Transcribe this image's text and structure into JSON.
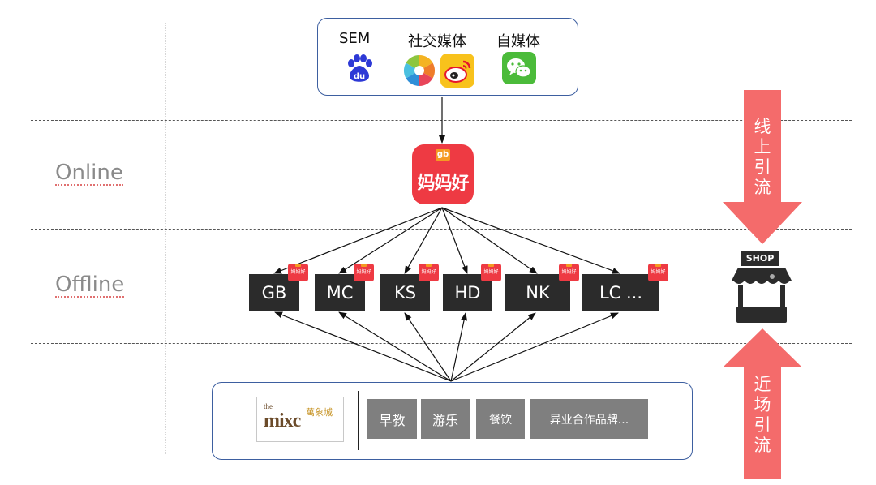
{
  "zones": {
    "online": "Online",
    "offline": "Offline"
  },
  "top_channels": {
    "sem": "SEM",
    "social": "社交媒体",
    "self_media": "自媒体"
  },
  "center_app": {
    "badge": "gb",
    "name": "妈妈好"
  },
  "stores": [
    {
      "label": "GB"
    },
    {
      "label": "MC"
    },
    {
      "label": "KS"
    },
    {
      "label": "HD"
    },
    {
      "label": "NK"
    },
    {
      "label": "LC ..."
    }
  ],
  "store_tag": "妈妈好",
  "mall": {
    "logo_small": "the",
    "logo_main": "mixc",
    "logo_cn": "萬象城",
    "categories": [
      {
        "label": "早教"
      },
      {
        "label": "游乐"
      },
      {
        "label": "餐饮"
      },
      {
        "label": "异业合作品牌..."
      }
    ]
  },
  "right_side": {
    "online_arrow": "线上引流",
    "offline_arrow": "近场引流",
    "shop_sign": "SHOP"
  },
  "colors": {
    "arrow_red": "#f46b6b",
    "store_dark": "#2b2b2b",
    "category_gray": "#7f7f7f",
    "frame_blue": "#3d5fa0",
    "app_red": "#ee3a43"
  }
}
